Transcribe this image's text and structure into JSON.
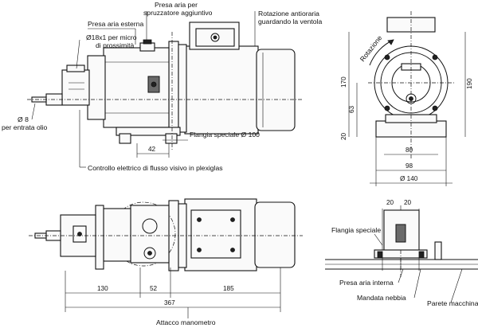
{
  "labels": {
    "presa_aria_line1": "Presa aria per",
    "presa_aria_line2": "spruzzatore aggiuntivo",
    "presa_aria_esterna": "Presa aria esterna",
    "micro_line1": "Ø18x1 per micro",
    "micro_line2": "di prossimità",
    "rotazione_line1": "Rotazione antioraria",
    "rotazione_line2": "guardando la ventola",
    "diam8": "Ø 8",
    "entrata_olio": "per entrata olio",
    "flangia_speciale_100": "Flangia speciale Ø 100",
    "controllo": "Controllo elettrico di flusso visivo in plexiglas",
    "rotazione_arrow": "Rotazione",
    "attacco_manometro": "Attacco manometro",
    "flangia_speciale": "Flangia speciale",
    "presa_aria_interna": "Presa aria interna",
    "mandata_nebbia": "Mandata nebbia",
    "parete_macchina": "Parete macchina"
  },
  "dimensions": {
    "d42": "42",
    "d170": "170",
    "d190": "190",
    "d63": "63",
    "d20_left": "20",
    "d80": "80",
    "d98": "98",
    "d140": "Ø 140",
    "d130": "130",
    "d52": "52",
    "d185": "185",
    "d367": "367",
    "d20a": "20",
    "d20b": "20"
  }
}
